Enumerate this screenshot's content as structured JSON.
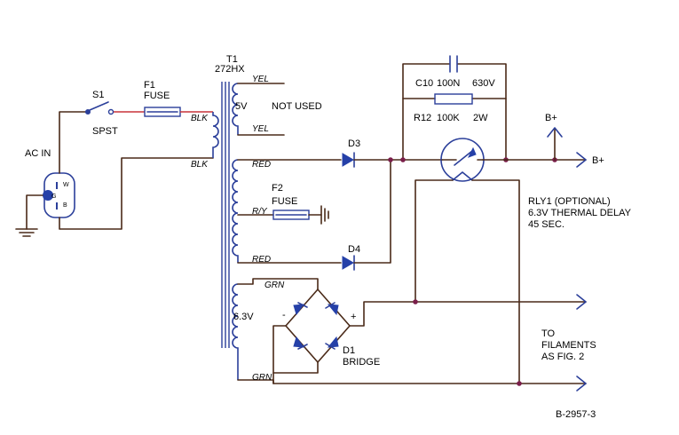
{
  "components": {
    "s1": {
      "ref": "S1",
      "type": "SPST"
    },
    "f1": {
      "ref": "F1",
      "type": "FUSE"
    },
    "f2": {
      "ref": "F2",
      "type": "FUSE"
    },
    "t1": {
      "ref": "T1",
      "type": "272HX"
    },
    "ac_in": {
      "label": "AC IN",
      "pins": [
        "G",
        "W",
        "B"
      ]
    },
    "d1": {
      "ref": "D1",
      "type": "BRIDGE"
    },
    "d3": {
      "ref": "D3"
    },
    "d4": {
      "ref": "D4"
    },
    "c10": {
      "ref": "C10",
      "value": "100N",
      "rating": "630V"
    },
    "r12": {
      "ref": "R12",
      "value": "100K",
      "rating": "2W"
    },
    "rly1": {
      "line1": "RLY1 (OPTIONAL)",
      "line2": "6.3V THERMAL DELAY",
      "line3": "45 SEC."
    }
  },
  "wire_labels": {
    "blk_top": "BLK",
    "blk_bottom": "BLK",
    "yel_top": "YEL",
    "yel_bottom": "YEL",
    "red_top": "RED",
    "red_bottom": "RED",
    "r_y": "R/Y",
    "grn_top": "GRN",
    "grn_bottom": "GRN"
  },
  "winding_labels": {
    "five_v": "5V",
    "not_used": "NOT USED",
    "six_v": "6.3V"
  },
  "bplus_top": "B+",
  "bplus_right": "B+",
  "bridge_minus": "-",
  "bridge_plus": "+",
  "filaments": {
    "line1": "TO",
    "line2": "FILAMENTS",
    "line3": "AS FIG. 2"
  },
  "drawing_number": "B-2957-3"
}
